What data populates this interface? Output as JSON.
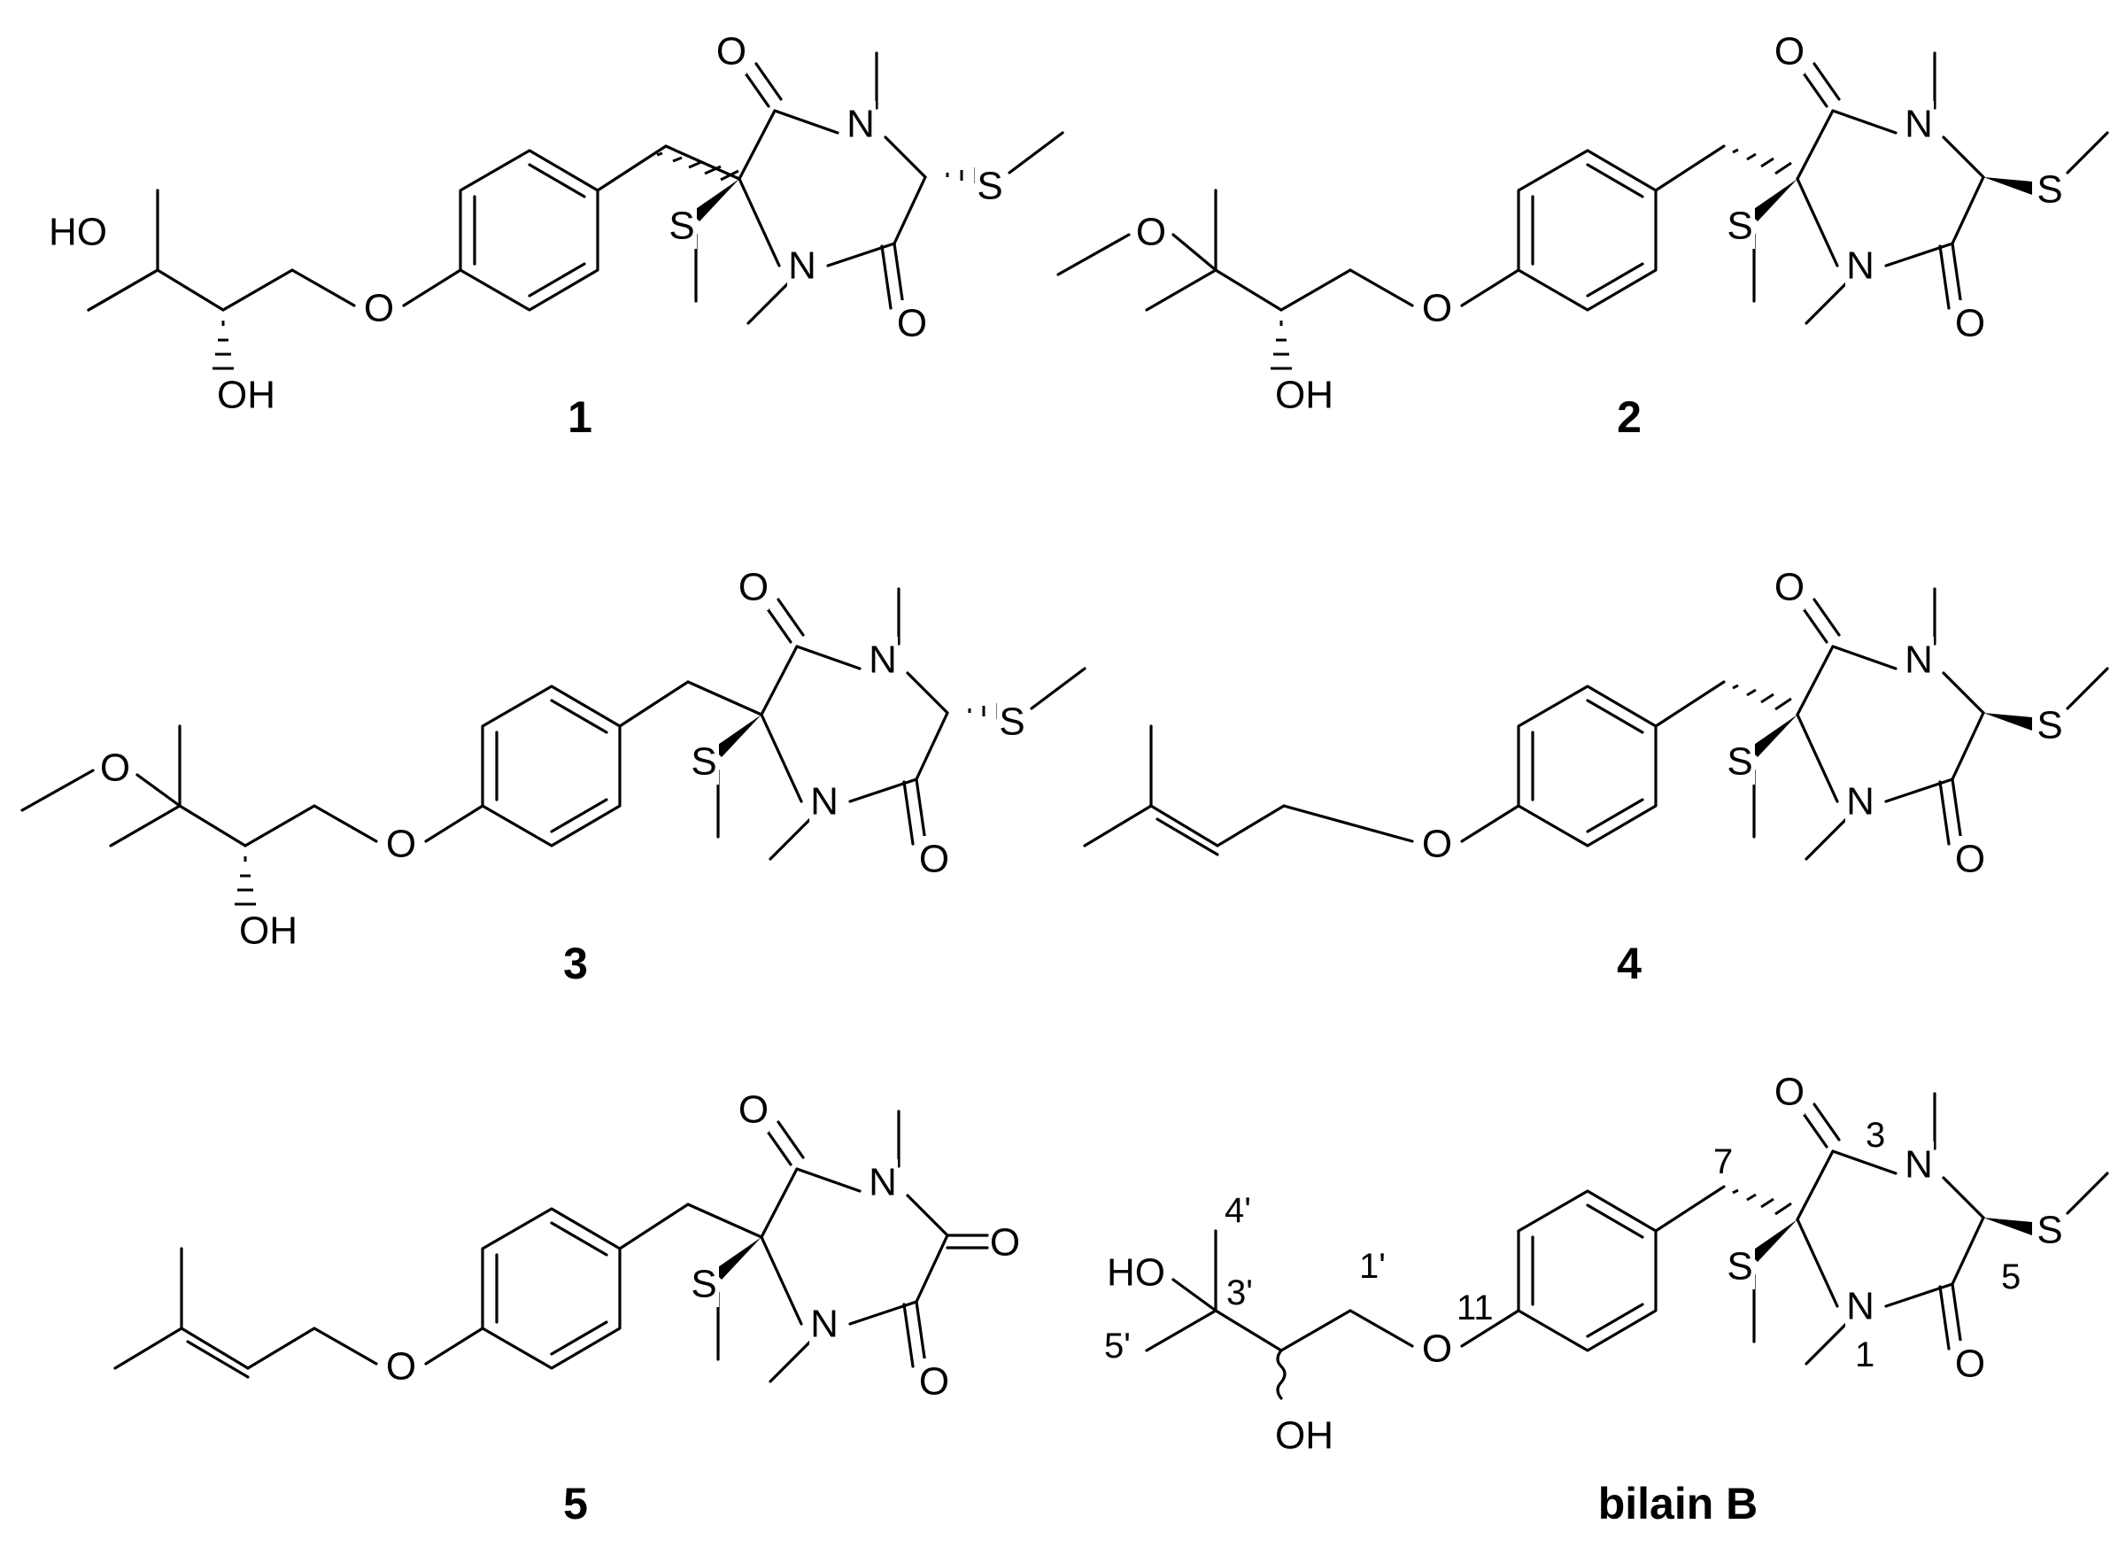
{
  "compounds": [
    {
      "id": "1"
    },
    {
      "id": "2"
    },
    {
      "id": "3"
    },
    {
      "id": "4"
    },
    {
      "id": "5"
    },
    {
      "id": "bilain B"
    }
  ],
  "atoms": {
    "O": "O",
    "N": "N",
    "S": "S",
    "HO": "HO",
    "OH": "OH"
  },
  "locants": {
    "c4p": "4'",
    "c3p": "3'",
    "c5p": "5'",
    "c1p": "1'",
    "c11": "11",
    "c7": "7",
    "c3": "3",
    "c5": "5",
    "c1": "1"
  }
}
